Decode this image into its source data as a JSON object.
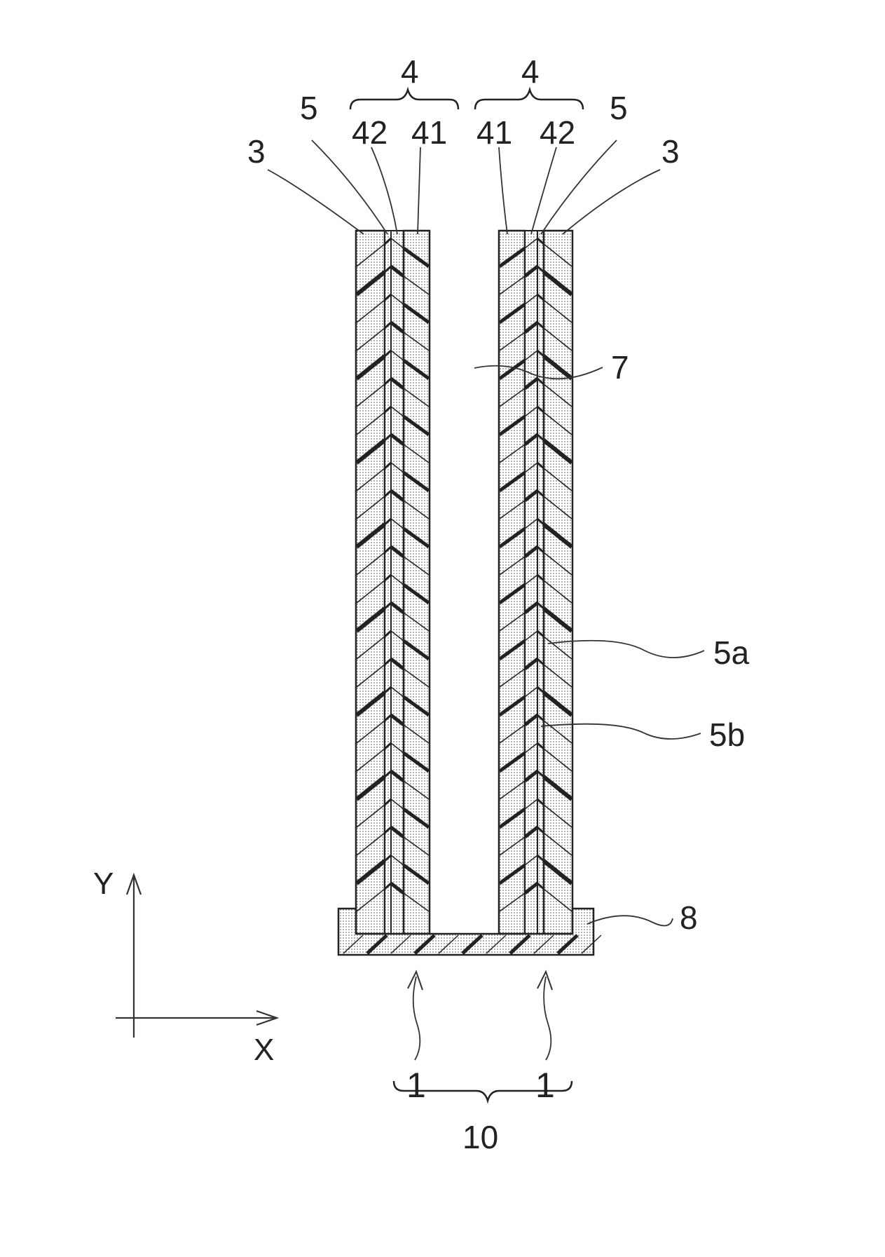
{
  "figure": {
    "group_label_left": "4",
    "group_label_right": "4",
    "label_5_left": "5",
    "label_42_left": "42",
    "label_41_left": "41",
    "label_41_right": "41",
    "label_42_right": "42",
    "label_5_right": "5",
    "label_3_left": "3",
    "label_3_right": "3",
    "label_7": "7",
    "label_5a": "5a",
    "label_5b": "5b",
    "label_8": "8",
    "label_1_left": "1",
    "label_1_right": "1",
    "label_10": "10",
    "axis_y": "Y",
    "axis_x": "X"
  },
  "colors": {
    "line": "#222222",
    "stipple": "#555555",
    "background": "#ffffff"
  }
}
